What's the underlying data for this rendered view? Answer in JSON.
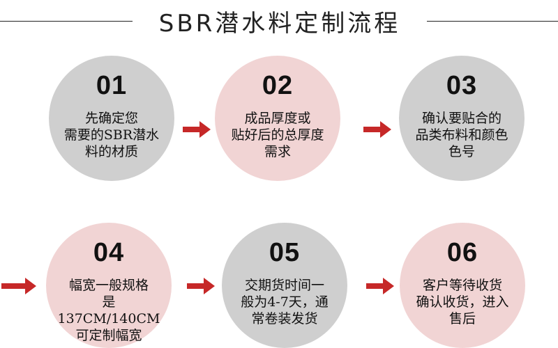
{
  "title": "SBR潜水料定制流程",
  "colors": {
    "gray_circle": "#cfcfcf",
    "pink_circle": "#f1d4d4",
    "arrow": "#c62828",
    "line": "#222222"
  },
  "steps": [
    {
      "number": "01",
      "lines": [
        "先确定您",
        "需要的SBR潜水",
        "料的材质"
      ]
    },
    {
      "number": "02",
      "lines": [
        "成品厚度或",
        "贴好后的总厚度",
        "需求"
      ]
    },
    {
      "number": "03",
      "lines": [
        "确认要贴合的",
        "品类布料和颜色",
        "色号"
      ]
    },
    {
      "number": "04",
      "lines": [
        "幅宽一般规格",
        "是137CM/140CM",
        "可定制幅宽"
      ]
    },
    {
      "number": "05",
      "lines": [
        "交期货时间一",
        "般为4-7天，通",
        "常卷装发货"
      ]
    },
    {
      "number": "06",
      "lines": [
        "客户等待收货",
        "确认收货，进入",
        "售后"
      ]
    }
  ]
}
